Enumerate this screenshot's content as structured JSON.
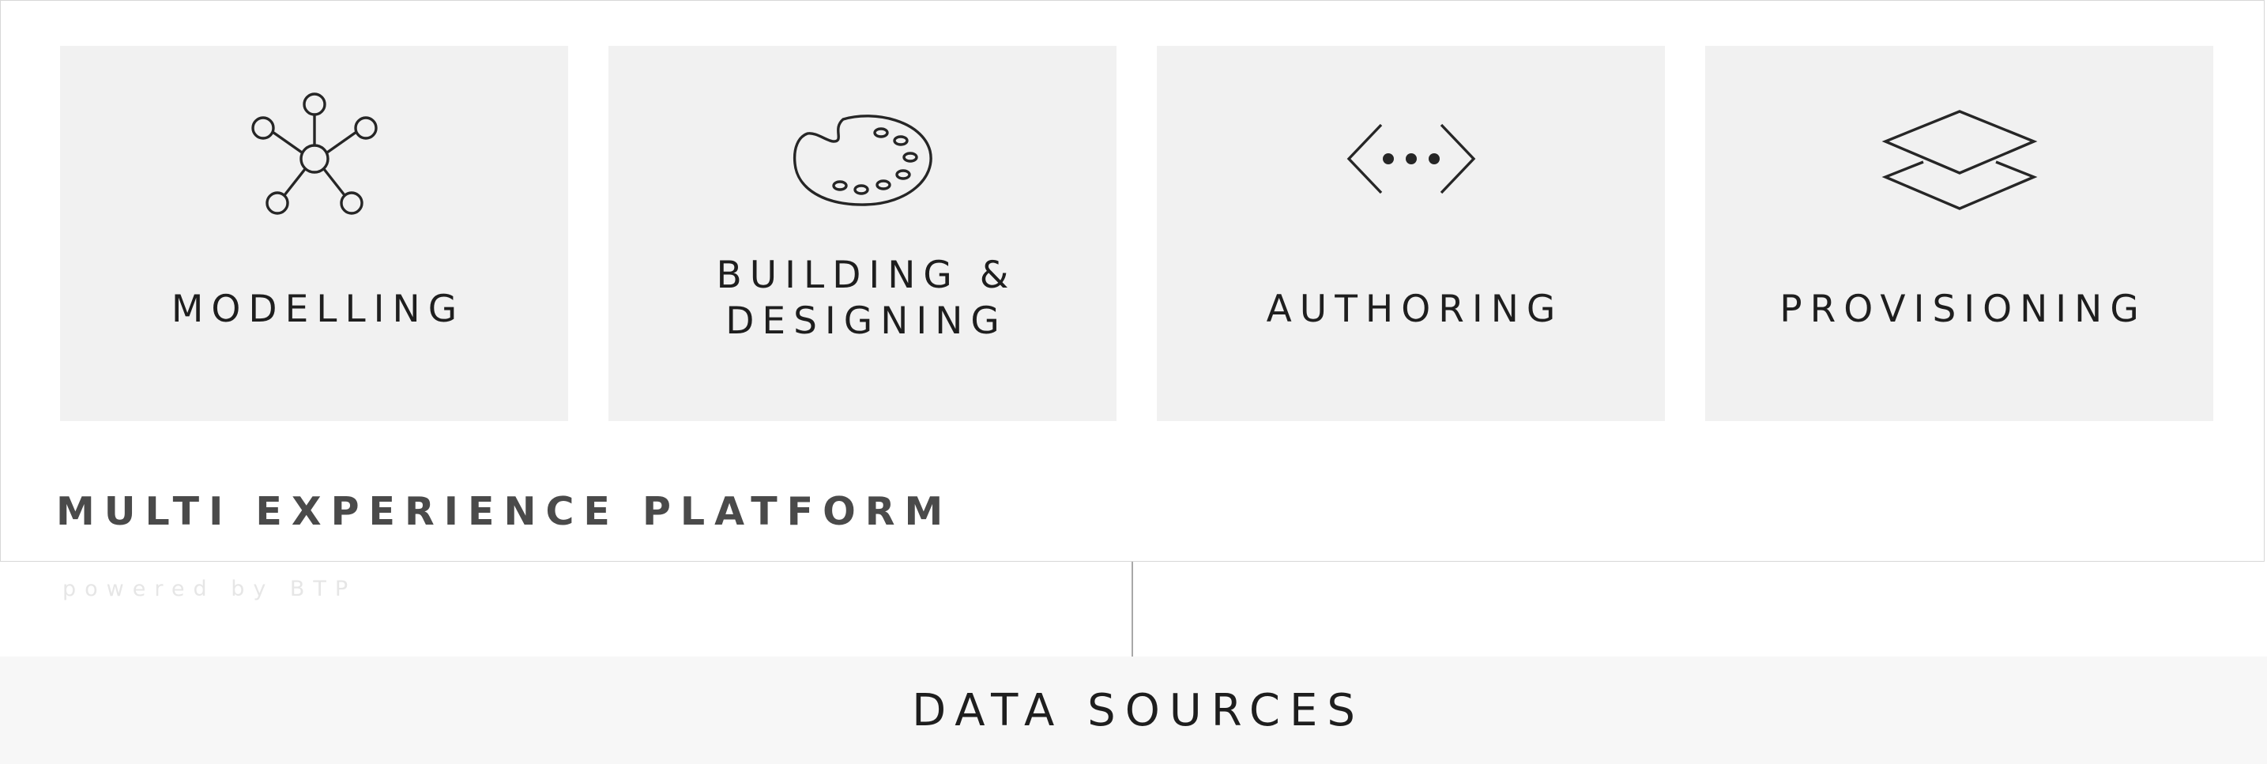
{
  "platform": {
    "title": "MULTI EXPERIENCE PLATFORM",
    "powered_by": "powered by BTP"
  },
  "cards": [
    {
      "label": "MODELLING",
      "icon": "network-icon"
    },
    {
      "label": "BUILDING &\nDESIGNING",
      "icon": "palette-icon"
    },
    {
      "label": "AUTHORING",
      "icon": "code-icon"
    },
    {
      "label": "PROVISIONING",
      "icon": "layers-icon"
    }
  ],
  "data_sources": {
    "label": "DATA SOURCES"
  },
  "colors": {
    "card_bg": "#f1f1f1",
    "frame_border": "#d7d7d7",
    "title_text": "#4a4a4a",
    "label_text": "#1e1e1e",
    "data_sources_bg": "#f7f7f7"
  }
}
